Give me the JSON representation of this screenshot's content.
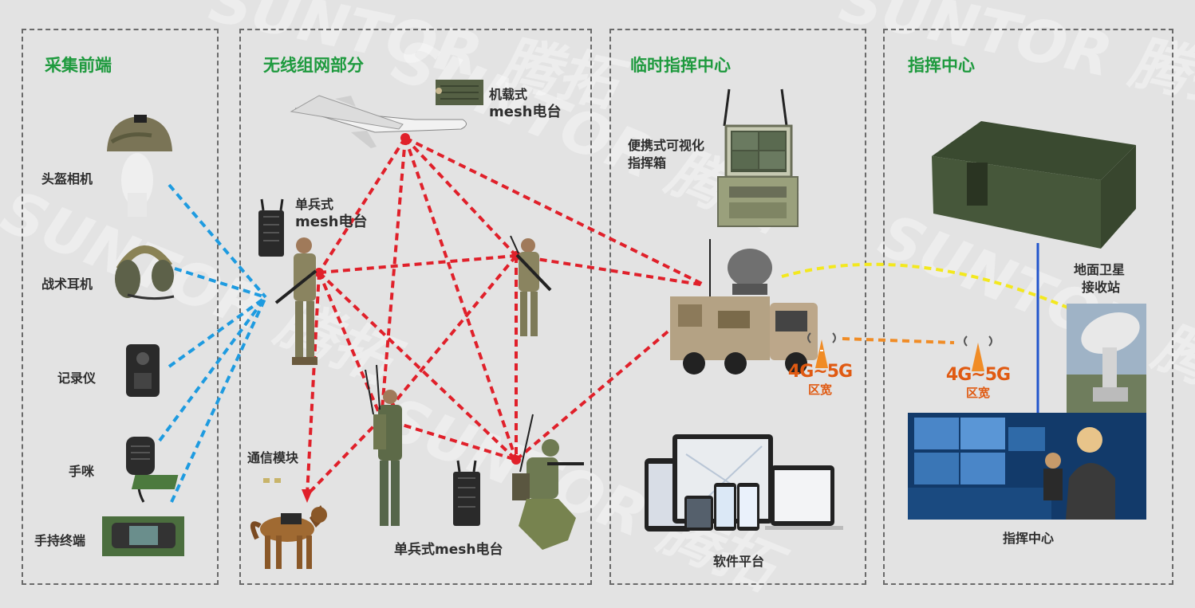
{
  "panels": {
    "p1": {
      "title": "采集前端"
    },
    "p2": {
      "title": "无线组网部分"
    },
    "p3": {
      "title": "临时指挥中心"
    },
    "p4": {
      "title": "指挥中心"
    }
  },
  "labels": {
    "helmet_camera": "头盔相机",
    "tactical_headset": "战术耳机",
    "recorder": "记录仪",
    "handheld_mic": "手咪",
    "handheld_terminal": "手持终端",
    "airborne_mesh_line1": "机载式",
    "airborne_mesh_line2": "mesh电台",
    "soldier_mesh_line1": "单兵式",
    "soldier_mesh_line2": "mesh电台",
    "comm_module": "通信模块",
    "soldier_mesh_bottom": "单兵式mesh电台",
    "portable_box_line1": "便携式可视化",
    "portable_box_line2": "指挥箱",
    "software_platform": "软件平台",
    "satellite_line1": "地面卫星",
    "satellite_line2": "接收站",
    "command_center": "指挥中心"
  },
  "badges": [
    {
      "top": "4G~5G",
      "bottom": "区宽"
    },
    {
      "top": "4G~5G",
      "bottom": "区宽"
    }
  ],
  "watermark": "SUNTOR 腾拓",
  "colors": {
    "title_green": "#1e9a3e",
    "blue_link": "#1e9be0",
    "red_link": "#e0202a",
    "yellow_link": "#f3e81e",
    "orange_link": "#f08c26",
    "blue_solid": "#2255cc"
  }
}
